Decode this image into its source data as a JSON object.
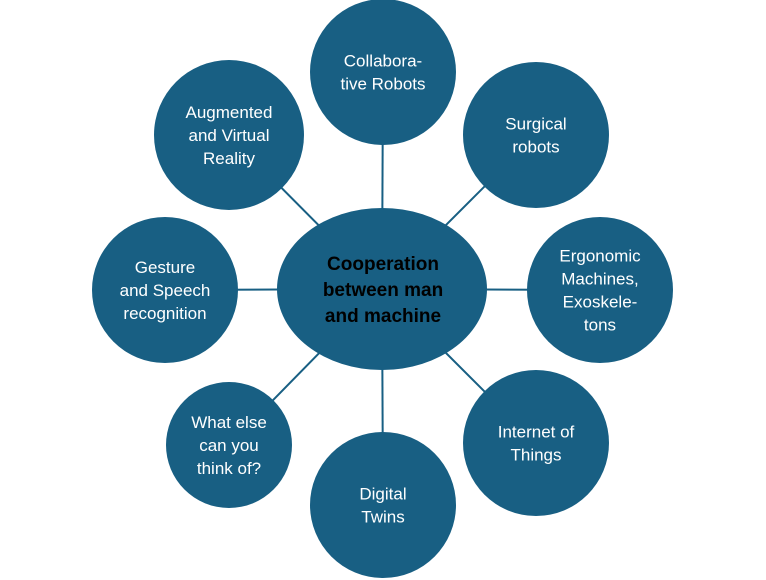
{
  "colors": {
    "node": "#185f83",
    "connector": "#185f83",
    "center_text": "#000000",
    "node_text": "#ffffff"
  },
  "center": {
    "lines": [
      "Cooperation",
      "between man",
      "and machine"
    ]
  },
  "nodes": [
    {
      "id": "collaborative-robots",
      "lines": [
        "Collabora-",
        "tive Robots"
      ]
    },
    {
      "id": "surgical-robots",
      "lines": [
        "Surgical",
        "robots"
      ]
    },
    {
      "id": "ergonomic-machines",
      "lines": [
        "Ergonomic",
        "Machines,",
        "Exoskele-",
        "tons"
      ]
    },
    {
      "id": "internet-of-things",
      "lines": [
        "Internet of",
        "Things"
      ]
    },
    {
      "id": "digital-twins",
      "lines": [
        "Digital",
        "Twins"
      ]
    },
    {
      "id": "what-else",
      "lines": [
        "What else",
        "can you",
        "think of?"
      ]
    },
    {
      "id": "gesture-speech",
      "lines": [
        "Gesture",
        "and Speech",
        "recognition"
      ]
    },
    {
      "id": "augmented-virtual-reality",
      "lines": [
        "Augmented",
        "and Virtual",
        "Reality"
      ]
    }
  ]
}
